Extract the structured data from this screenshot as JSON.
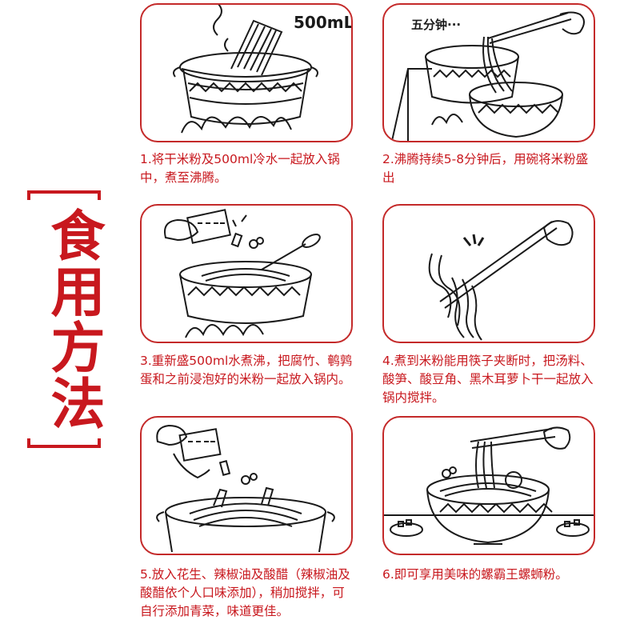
{
  "title": "【食用方法】",
  "title_text": "食用方法",
  "accent_color": "#c8181e",
  "steps": [
    {
      "caption": "1.将干米粉及500ml冷水一起放入锅中，煮至沸腾。",
      "label": "500mL",
      "illustration": "pot-with-dry-noodles-illustration"
    },
    {
      "caption": "2.沸腾持续5-8分钟后，用碗将米粉盛出",
      "label": "五分钟···",
      "illustration": "scoop-noodles-into-bowl-illustration"
    },
    {
      "caption": "3.重新盛500ml水煮沸，把腐竹、鹌鹑蛋和之前浸泡好的米粉一起放入锅内。",
      "illustration": "add-ingredients-to-pot-illustration"
    },
    {
      "caption": "4.煮到米粉能用筷子夹断时，把汤料、酸笋、酸豆角、黑木耳萝卜干一起放入锅内搅拌。",
      "illustration": "chopsticks-breaking-noodles-illustration"
    },
    {
      "caption": "5.放入花生、辣椒油及酸醋（辣椒油及酸醋依个人口味添加），稍加搅拌，可自行添加青菜，味道更佳。",
      "illustration": "seasoning-pot-illustration"
    },
    {
      "caption": "6.即可享用美味的螺霸王螺蛳粉。",
      "illustration": "bowl-of-noodles-illustration"
    }
  ]
}
